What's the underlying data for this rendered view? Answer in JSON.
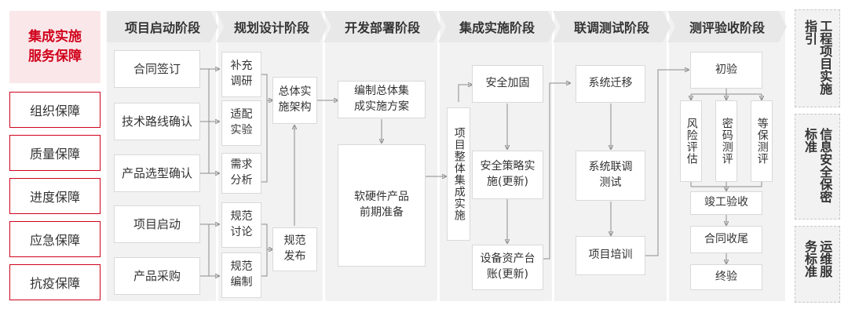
{
  "left": {
    "title_line1": "集成实施",
    "title_line2": "服务保障",
    "items": [
      "组织保障",
      "质量保障",
      "进度保障",
      "应急保障",
      "抗疫保障"
    ]
  },
  "stages": [
    "项目启动阶段",
    "规划设计阶段",
    "开发部署阶段",
    "集成实施阶段",
    "联调测试阶段",
    "测评验收阶段"
  ],
  "start": {
    "items": [
      "合同签订",
      "技术路线确认",
      "产品选型确认",
      "项目启动",
      "产品采购"
    ]
  },
  "design": {
    "items": [
      "补充调研",
      "适配实验",
      "需求分析",
      "规范讨论",
      "规范编制"
    ],
    "overall": "总体实施架构",
    "release": "规范发布"
  },
  "dev": {
    "plan": "编制总体集成实施方案",
    "prep": "软硬件产品前期准备"
  },
  "impl": {
    "vertical": "项目整体集成实施",
    "items": [
      "安全加固",
      "安全策略实施(更新)",
      "设备资产台账(更新)"
    ]
  },
  "test": {
    "items": [
      "系统迁移",
      "系统联调测试",
      "项目培训"
    ]
  },
  "accept": {
    "initial": "初验",
    "subs": [
      "风险评估",
      "密码测评",
      "等保测评"
    ],
    "items": [
      "竣工验收",
      "合同收尾",
      "终验"
    ]
  },
  "right": [
    "工程项目实施指引",
    "信息安全保密标准",
    "运维服务标准"
  ]
}
